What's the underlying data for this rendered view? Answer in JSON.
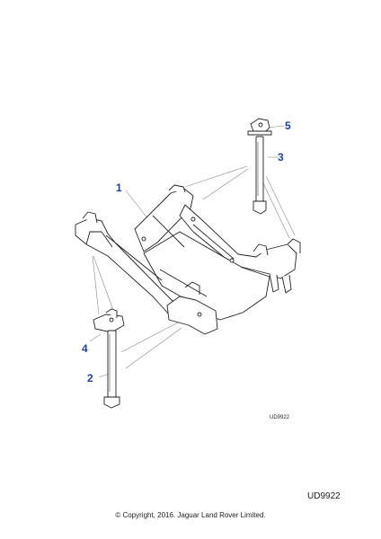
{
  "callouts": {
    "c1": "1",
    "c2": "2",
    "c3": "3",
    "c4": "4",
    "c5": "5"
  },
  "figure_ref_small": "UD9922",
  "figure_ref": "UD9922",
  "copyright": "© Copyright, 2016. Jaguar Land Rover Limited.",
  "colors": {
    "callout": "#1a3fb0",
    "line": "#222222",
    "leader": "#8a8a8a"
  }
}
